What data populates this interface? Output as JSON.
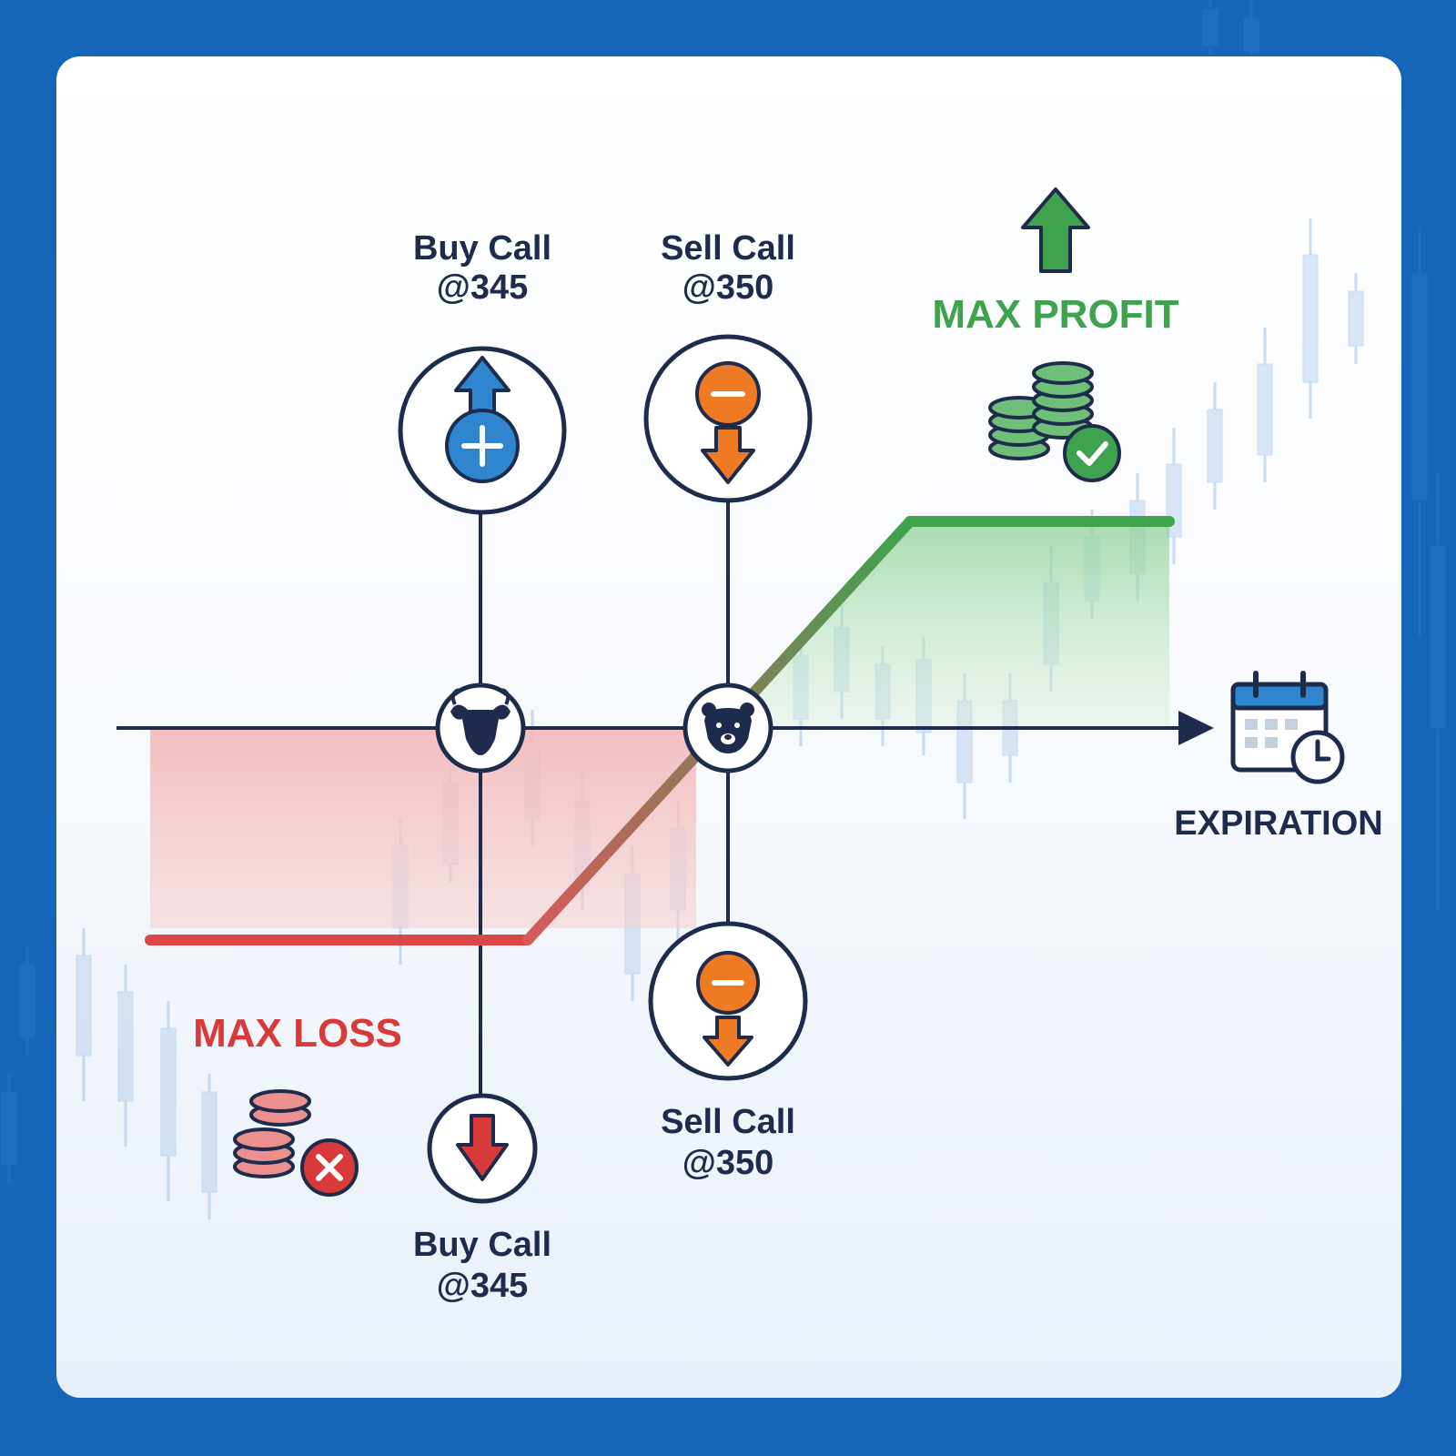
{
  "labels": {
    "top_buy_line1": "Buy Call",
    "top_buy_line2": "@345",
    "top_sell_line1": "Sell Call",
    "top_sell_line2": "@350",
    "bottom_buy_line1": "Buy Call",
    "bottom_buy_line2": "@345",
    "bottom_sell_line1": "Sell Call",
    "bottom_sell_line2": "@350",
    "max_profit": "MAX PROFIT",
    "max_loss": "MAX LOSS",
    "expiration": "EXPIRATION"
  },
  "colors": {
    "background": "#1565b8",
    "panel": "#f3f7fc",
    "dark": "#1d2b4c",
    "profit": "#3fa34d",
    "loss": "#d83a3a",
    "buy": "#2f86cf",
    "sell": "#ef7a24"
  },
  "icons": {
    "top_buy": "arrow-up-plus-icon",
    "top_sell": "minus-arrow-down-icon",
    "bottom_buy": "arrow-down-icon",
    "bottom_sell": "minus-arrow-down-icon",
    "bull": "bull-icon",
    "bear": "bear-icon",
    "profit": "coins-check-icon",
    "loss": "coins-x-icon",
    "calendar": "calendar-clock-icon",
    "up_arrow": "arrow-up-icon"
  }
}
